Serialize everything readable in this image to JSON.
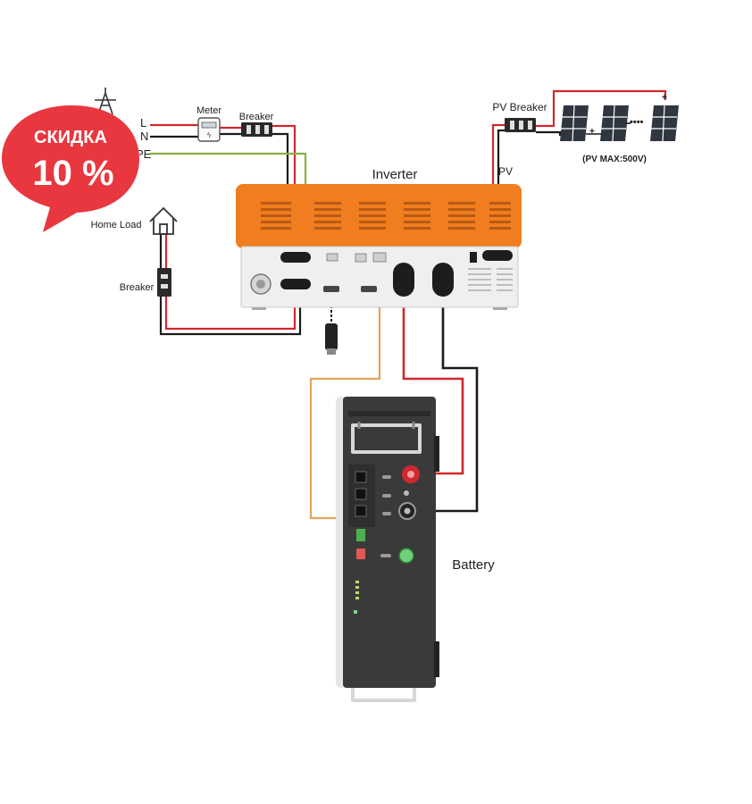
{
  "badge": {
    "line1": "СКИДКА",
    "line2": "10 %",
    "color": "#e8373f"
  },
  "labels": {
    "grid_l": "L",
    "grid_n": "N",
    "grid_pe": "PE",
    "meter": "Meter",
    "breaker_grid": "Breaker",
    "pv_breaker": "PV Breaker",
    "pv_max": "(PV MAX:500V)",
    "inverter": "Inverter",
    "pv_port": "PV",
    "home_load": "Home Load",
    "breaker_load": "Breaker",
    "battery": "Battery",
    "pv_plus_1": "+",
    "pv_plus_2": "+",
    "pv_dots": "••••"
  },
  "colors": {
    "inverter_top": "#f07d1f",
    "inverter_body": "#efefef",
    "battery_body": "#3a3a3a",
    "wire_red": "#d0282e",
    "wire_black": "#1a1a1a",
    "wire_pe": "#8bb043",
    "wire_comm": "#e3a45a",
    "pv_panel": "#2f3640"
  },
  "icons": [
    "tower-icon",
    "house-icon",
    "meter-icon",
    "breaker-icon",
    "solar-panel-icon",
    "battery-icon",
    "inverter-icon",
    "dongle-icon"
  ]
}
